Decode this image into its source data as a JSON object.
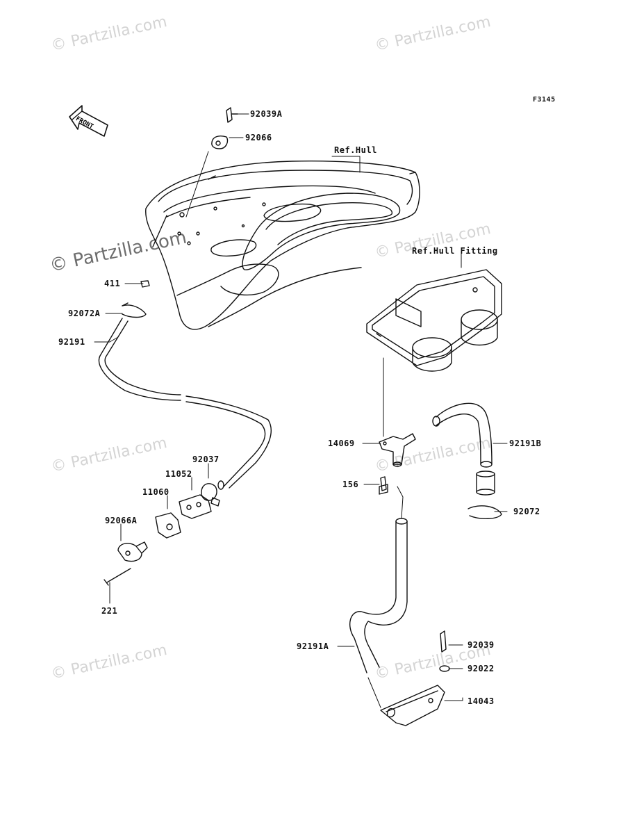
{
  "figure_code": "F3145",
  "front_label": "FRONT",
  "watermark": "© Partzilla.com",
  "refs": {
    "hull": "Ref.Hull",
    "hull_fitting": "Ref.Hull Fitting"
  },
  "parts": {
    "p92039A": "92039A",
    "p92066": "92066",
    "p411": "411",
    "p92072A": "92072A",
    "p92191": "92191",
    "p92037": "92037",
    "p11052": "11052",
    "p11060": "11060",
    "p92066A": "92066A",
    "p221": "221",
    "p14069": "14069",
    "p156": "156",
    "p92191B": "92191B",
    "p92072": "92072",
    "p92191A": "92191A",
    "p92039": "92039",
    "p92022": "92022",
    "p14043": "14043"
  }
}
